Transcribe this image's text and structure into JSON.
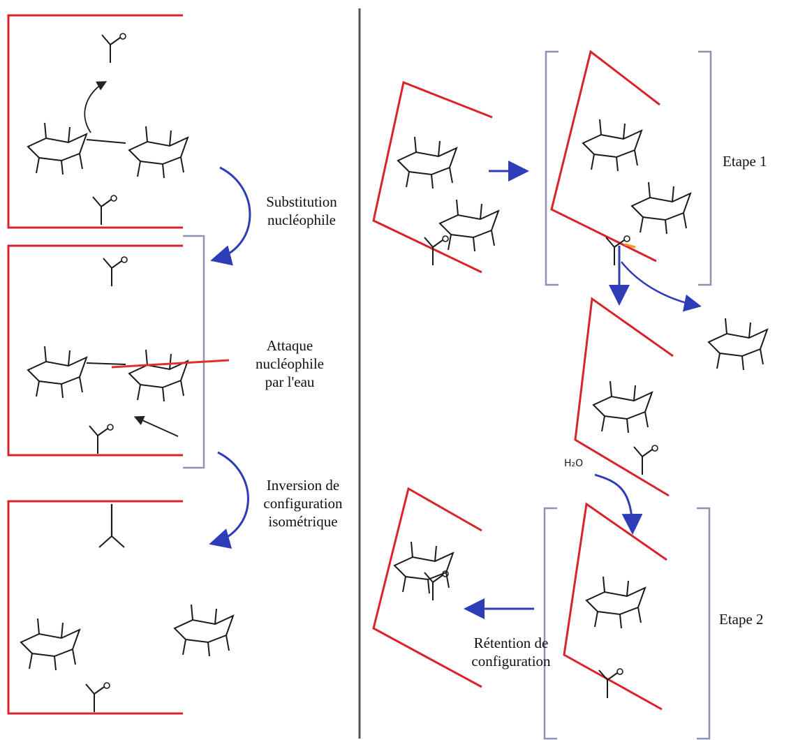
{
  "left": {
    "substitution": [
      "Substitution",
      "nucléophile"
    ],
    "attaque": [
      "Attaque",
      "nucléophile",
      "par l'eau"
    ],
    "inversion": [
      "Inversion de",
      "configuration",
      "isométrique"
    ]
  },
  "right": {
    "etape1": "Etape 1",
    "etape2": "Etape 2",
    "retention": [
      "Rétention de",
      "configuration"
    ],
    "water": "H₂O"
  },
  "colors": {
    "enzyme_frame": "#d9232a",
    "reaction_arrow": "#2f3cb8",
    "bracket": "#8f93b3",
    "divider": "#555555",
    "molecule": "#1a1a1a",
    "highlight": "#e0302a"
  }
}
